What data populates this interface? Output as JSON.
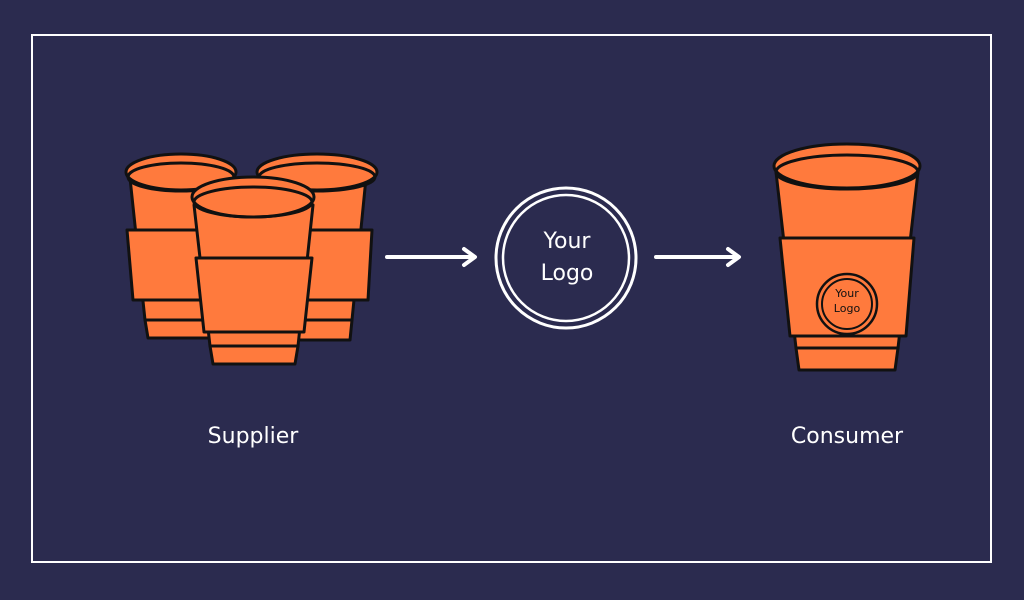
{
  "labels": {
    "supplier": "Supplier",
    "consumer": "Consumer"
  },
  "logo": {
    "line1": "Your",
    "line2": "Logo"
  },
  "colors": {
    "background": "#2b2b4f",
    "cup_fill": "#ff7a3d",
    "outline": "#111111",
    "frame": "#ffffff",
    "text": "#ffffff"
  },
  "icons": {
    "supplier_group": "stacked-cups-icon",
    "center": "logo-circle-icon",
    "consumer": "branded-cup-icon",
    "arrows": "arrow-right-icon"
  }
}
